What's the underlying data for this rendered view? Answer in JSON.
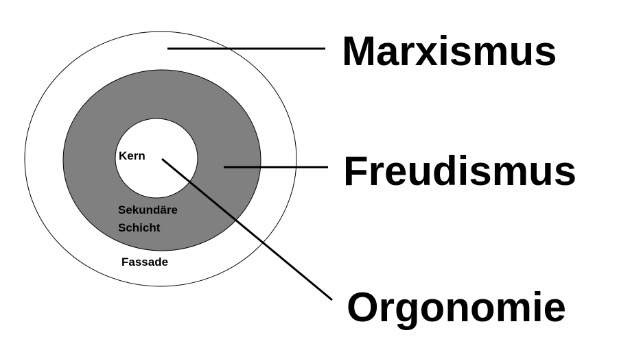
{
  "layers": {
    "core": "Kern",
    "secondary_line1": "Sekundäre",
    "secondary_line2": "Schicht",
    "facade": "Fassade"
  },
  "labels": {
    "marxism": "Marxismus",
    "freudism": "Freudismus",
    "orgonomy": "Orgonomie"
  },
  "colors": {
    "secondary_layer": "#808080",
    "background": "#ffffff",
    "ink": "#000000"
  }
}
